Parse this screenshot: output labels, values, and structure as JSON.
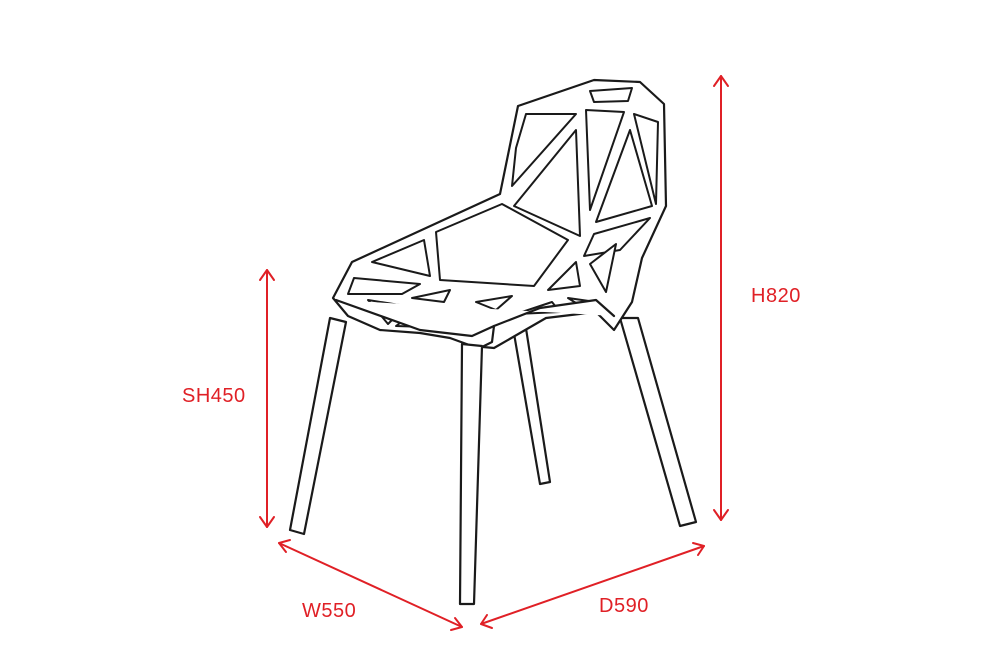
{
  "dimensions": {
    "height": {
      "label": "H820"
    },
    "seat_height": {
      "label": "SH450"
    },
    "width": {
      "label": "W550"
    },
    "depth": {
      "label": "D590"
    }
  },
  "colors": {
    "dimension": "#e02026",
    "outline": "#1a1a1a",
    "background": "#ffffff"
  }
}
